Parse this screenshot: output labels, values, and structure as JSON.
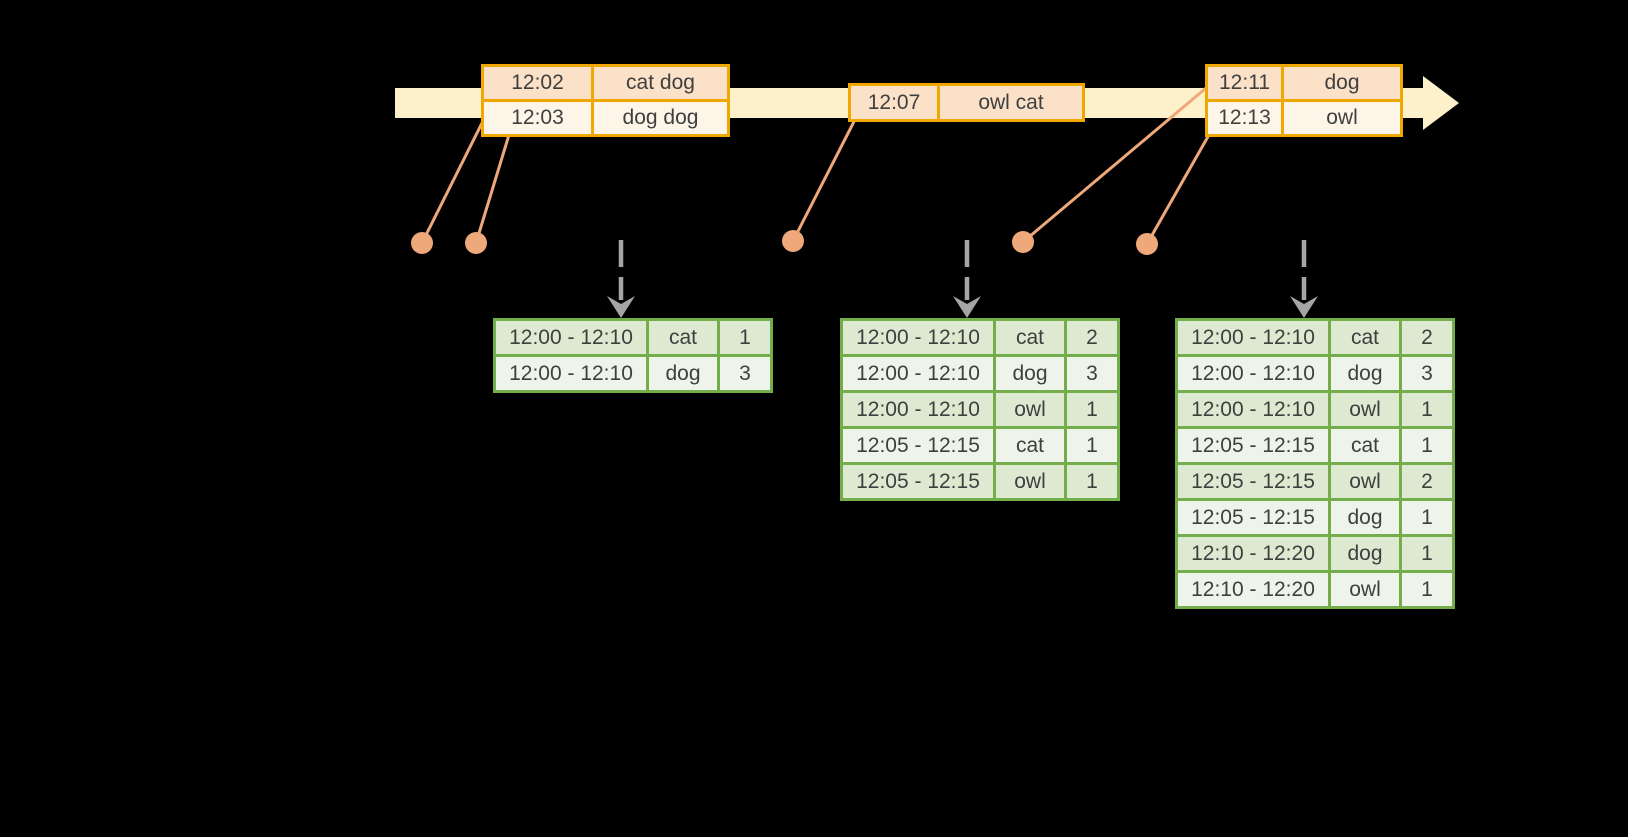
{
  "colors": {
    "background": "#000000",
    "timeline_fill": "#FCF1CB",
    "event_border": "#F0A800",
    "event_row_odd": "#FAE1C8",
    "event_row_even": "#FDF6E8",
    "connector": "#EFA87A",
    "trigger_arrow": "#A5A5A5",
    "result_border": "#73AE4B",
    "result_row_odd": "#DDE9D1",
    "result_row_even": "#EFF4EA",
    "text": "#3F3F3F"
  },
  "event_tables": [
    {
      "rows": [
        [
          "12:02",
          "cat dog"
        ],
        [
          "12:03",
          "dog dog"
        ]
      ]
    },
    {
      "rows": [
        [
          "12:07",
          "owl cat"
        ]
      ]
    },
    {
      "rows": [
        [
          "12:11",
          "dog"
        ],
        [
          "12:13",
          "owl"
        ]
      ]
    }
  ],
  "result_tables": [
    {
      "rows": [
        [
          "12:00 - 12:10",
          "cat",
          "1"
        ],
        [
          "12:00 - 12:10",
          "dog",
          "3"
        ]
      ]
    },
    {
      "rows": [
        [
          "12:00 - 12:10",
          "cat",
          "2"
        ],
        [
          "12:00 - 12:10",
          "dog",
          "3"
        ],
        [
          "12:00 - 12:10",
          "owl",
          "1"
        ],
        [
          "12:05 - 12:15",
          "cat",
          "1"
        ],
        [
          "12:05 - 12:15",
          "owl",
          "1"
        ]
      ]
    },
    {
      "rows": [
        [
          "12:00 - 12:10",
          "cat",
          "2"
        ],
        [
          "12:00 - 12:10",
          "dog",
          "3"
        ],
        [
          "12:00 - 12:10",
          "owl",
          "1"
        ],
        [
          "12:05 - 12:15",
          "cat",
          "1"
        ],
        [
          "12:05 - 12:15",
          "owl",
          "2"
        ],
        [
          "12:05 - 12:15",
          "dog",
          "1"
        ],
        [
          "12:10 - 12:20",
          "dog",
          "1"
        ],
        [
          "12:10 - 12:20",
          "owl",
          "1"
        ]
      ]
    }
  ]
}
